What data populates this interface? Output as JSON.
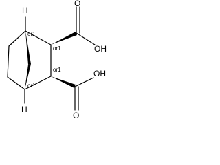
{
  "molecule": {
    "atoms": {
      "h_top": "H",
      "h_bottom": "H",
      "oh_top": "OH",
      "oh_bottom": "OH",
      "o_top": "O",
      "o_bottom": "O"
    },
    "stereo_labels": {
      "c1": "or1",
      "c2": "or1",
      "c3": "or1",
      "c4": "or1"
    }
  }
}
